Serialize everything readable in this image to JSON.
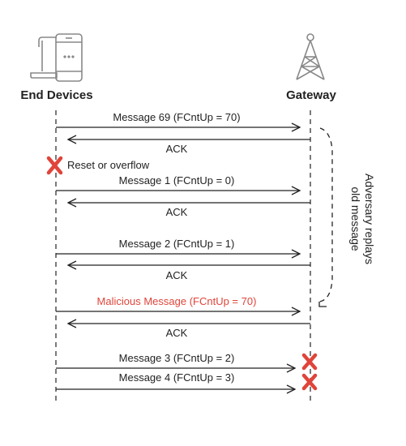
{
  "actors": {
    "left": "End Devices",
    "right": "Gateway"
  },
  "messages": [
    {
      "id": "m69",
      "label": "Message 69 (FCntUp = 70)"
    },
    {
      "id": "ack1",
      "label": "ACK"
    },
    {
      "id": "m1",
      "label": "Message 1 (FCntUp = 0)"
    },
    {
      "id": "ack2",
      "label": "ACK"
    },
    {
      "id": "m2",
      "label": "Message 2 (FCntUp = 1)"
    },
    {
      "id": "ack3",
      "label": "ACK"
    },
    {
      "id": "mal",
      "label": "Malicious Message (FCntUp = 70)"
    },
    {
      "id": "ack4",
      "label": "ACK"
    },
    {
      "id": "m3",
      "label": "Message 3 (FCntUp = 2)"
    },
    {
      "id": "m4",
      "label": "Message 4 (FCntUp = 3)"
    }
  ],
  "reset_note": "Reset or overflow",
  "replay_note": {
    "line1": "Adversary replays",
    "line2": "old message"
  },
  "colors": {
    "ink": "#222222",
    "malicious": "#e0443a",
    "reject": "#e0443a",
    "icon": "#888888"
  },
  "icons": [
    "laptop-icon",
    "phone-icon",
    "antenna-tower-icon",
    "reject-x-icon"
  ]
}
